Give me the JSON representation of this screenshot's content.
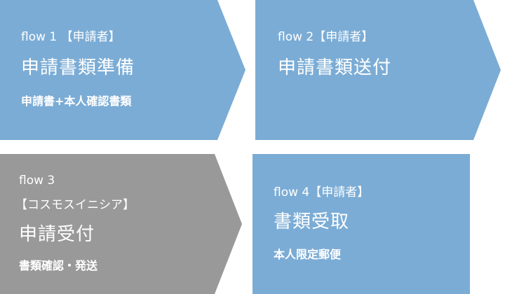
{
  "colors": {
    "applicant": "#7bacd5",
    "cosmo": "#999999",
    "text": "#ffffff"
  },
  "steps": [
    {
      "flow": "flow 1 【申請者】",
      "title": "申請書類準備",
      "sub": "申請書+本人確認書類"
    },
    {
      "flow": "flow 2【申請者】",
      "title": "申請書類送付"
    },
    {
      "flow": "flow 3",
      "actor": "【コスモスイニシア】",
      "title": "申請受付",
      "sub": "書類確認・発送"
    },
    {
      "flow": "flow 4【申請者】",
      "title": "書類受取",
      "sub": "本人限定郵便"
    }
  ]
}
